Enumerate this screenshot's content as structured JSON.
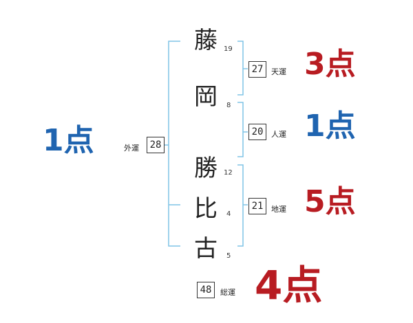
{
  "name": {
    "surname": [
      {
        "char": "藤",
        "strokes": "19"
      },
      {
        "char": "岡",
        "strokes": "8"
      }
    ],
    "given": [
      {
        "char": "勝",
        "strokes": "12"
      },
      {
        "char": "比",
        "strokes": "4"
      },
      {
        "char": "古",
        "strokes": "5"
      }
    ]
  },
  "kakusu": {
    "tenkaku": {
      "value": "27",
      "label": "天運",
      "score": "3点"
    },
    "jinkaku": {
      "value": "20",
      "label": "人運",
      "score": "1点"
    },
    "chikaku": {
      "value": "21",
      "label": "地運",
      "score": "5点"
    },
    "gaikaku": {
      "value": "28",
      "label": "外運",
      "score": "1点"
    },
    "soukaku": {
      "value": "48",
      "label": "総運",
      "score": "4点"
    }
  },
  "colors": {
    "bracket": "#7fc3e6",
    "score_red": "#b81c22",
    "score_blue": "#1f64b0"
  }
}
